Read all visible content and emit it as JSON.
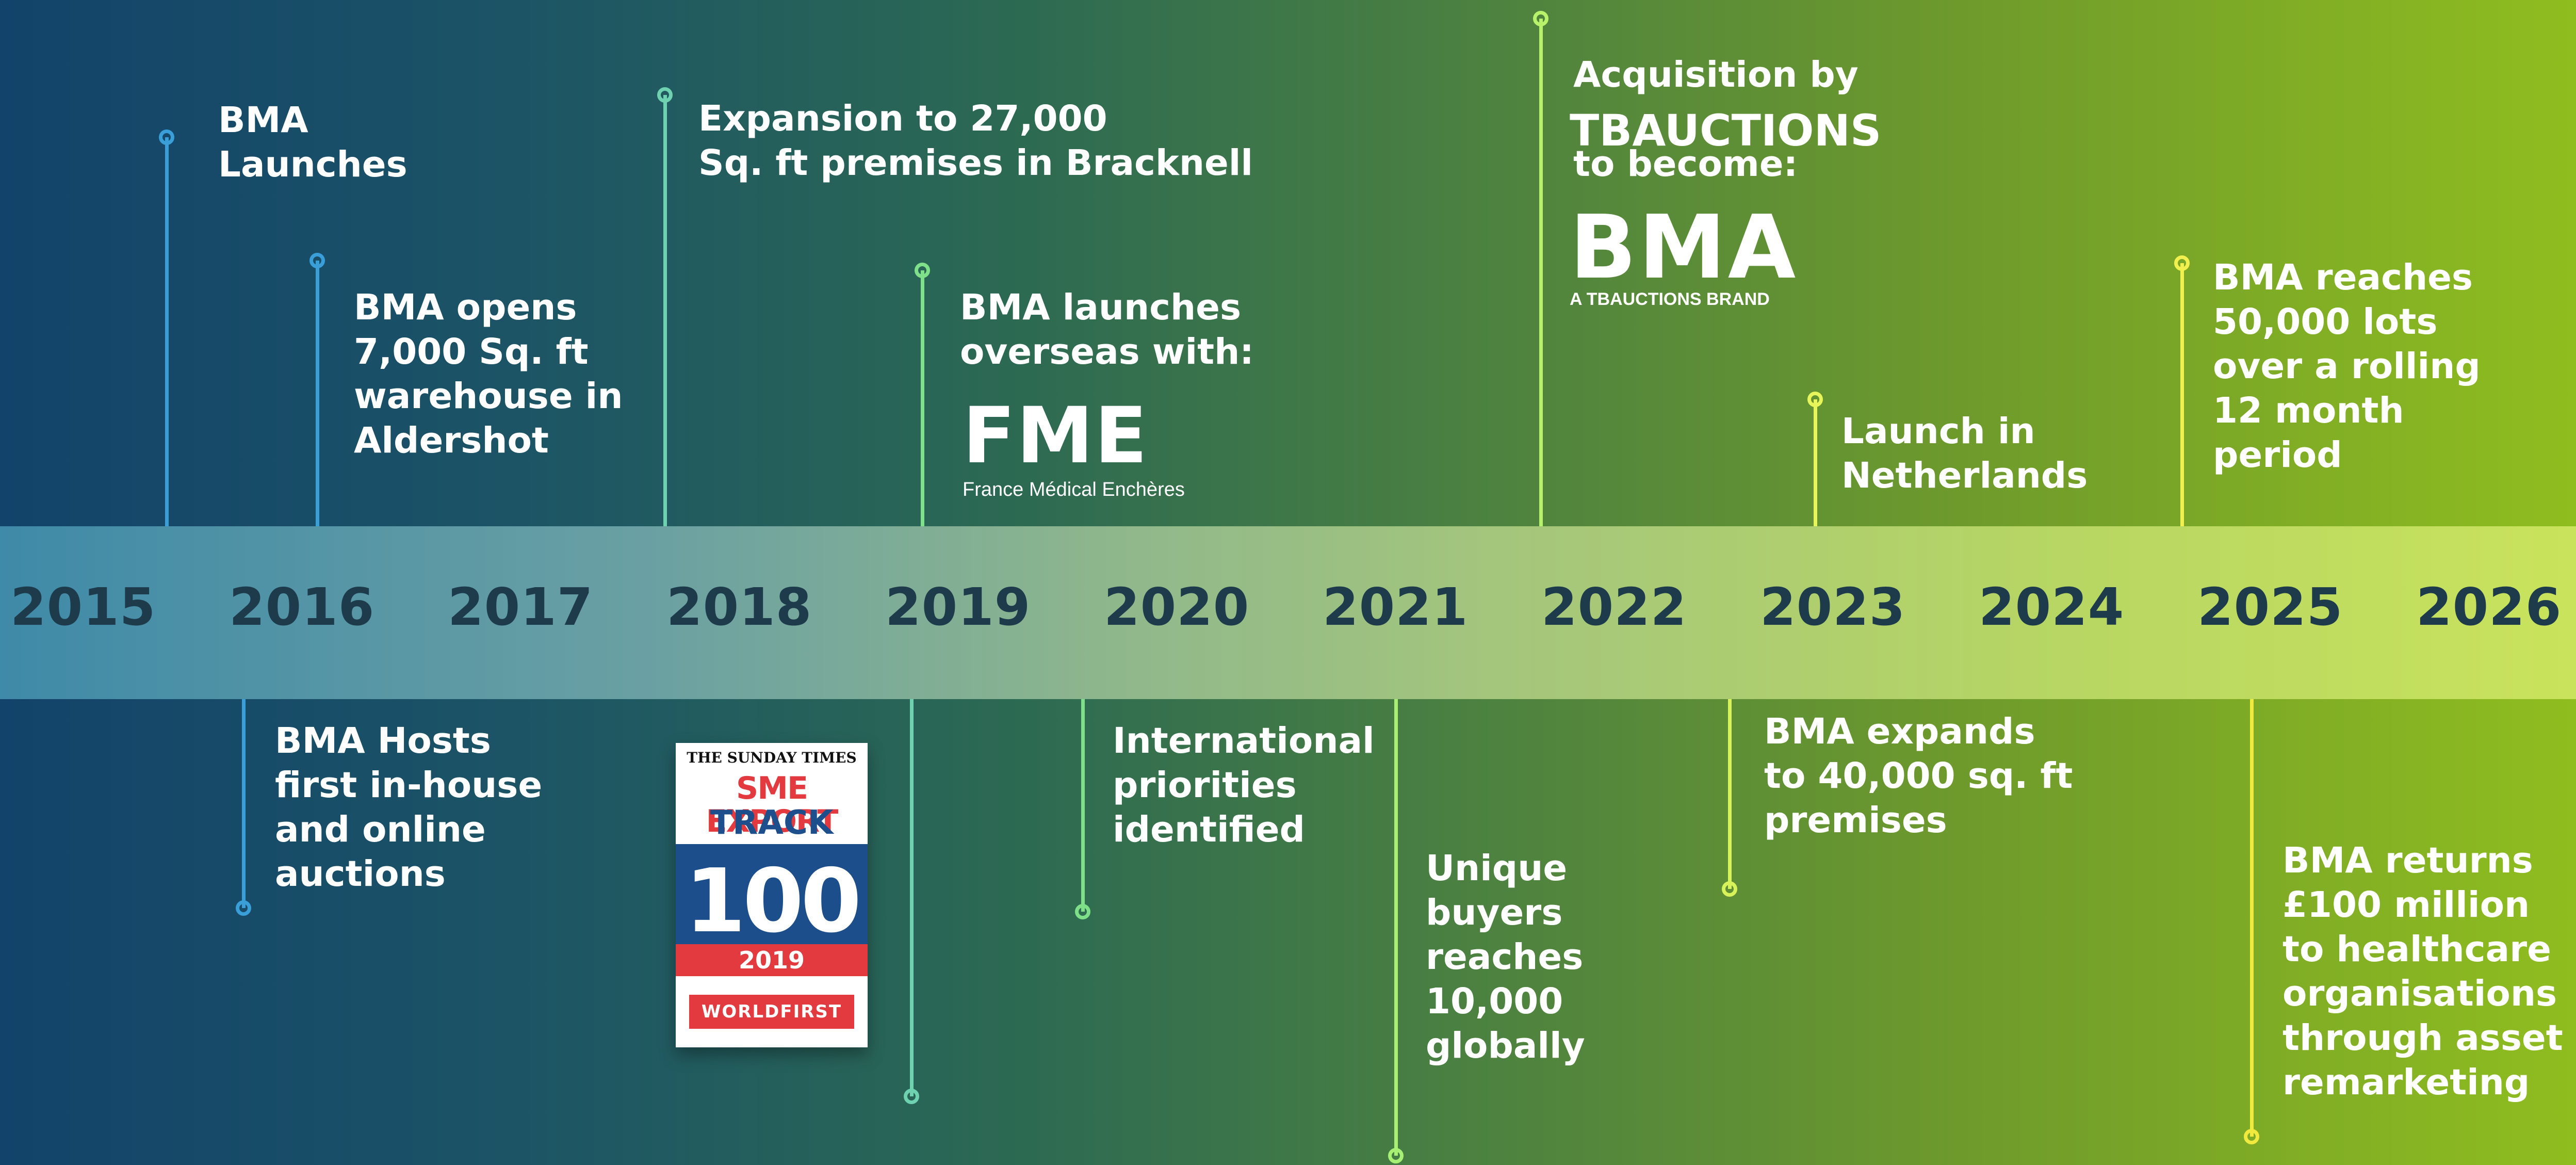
{
  "years": [
    "2015",
    "2016",
    "2017",
    "2018",
    "2019",
    "2020",
    "2021",
    "2022",
    "2023",
    "2024",
    "2025",
    "2026"
  ],
  "events": {
    "launch": {
      "text": "BMA\nLaunches",
      "color": "#3a9fd8"
    },
    "aldershot": {
      "text": "BMA opens\n7,000 Sq. ft\nwarehouse in\nAldershot",
      "color": "#3a9fd8"
    },
    "hosts": {
      "text": "BMA Hosts\nfirst in-house\nand online\nauctions",
      "color": "#3a9fd8"
    },
    "bracknell": {
      "text": "Expansion to 27,000\nSq. ft premises in Bracknell",
      "color": "#6ed1b0"
    },
    "award": {
      "color": "#6ed1b0"
    },
    "overseas": {
      "text": "BMA launches\noverseas with:",
      "color": "#7fe08a"
    },
    "international": {
      "text": "International\npriorities\nidentified",
      "color": "#7fe08a"
    },
    "buyers": {
      "text": "Unique\nbuyers\nreaches\n10,000\nglobally",
      "color": "#a7f073"
    },
    "acquisition": {
      "text": "Acquisition by",
      "text2": "to become:",
      "color": "#b8f26a"
    },
    "expands": {
      "text": "BMA expands\nto 40,000 sq. ft\npremises",
      "color": "#d8f25a"
    },
    "netherlands": {
      "text": "Launch in\nNetherlands",
      "color": "#e8f55a"
    },
    "lots": {
      "text": "BMA reaches\n50,000 lots\nover a rolling\n12 month\nperiod",
      "color": "#f2f04e"
    },
    "returns": {
      "text": "BMA returns\n£100 million\nto healthcare\norganisations\nthrough asset\nremarketing",
      "color": "#f0ea3e"
    }
  },
  "logos": {
    "fme": {
      "word": "FME",
      "sub": "France Médical Enchères"
    },
    "tbauctions": {
      "word": "TBAUCTIONS"
    },
    "bma": {
      "word": "BMA",
      "sub": "A TBAUCTIONS BRAND"
    }
  },
  "award": {
    "publisher": "THE SUNDAY TIMES",
    "line1": "SME EXPORT",
    "line2": "TRACK",
    "number": "100",
    "year": "2019",
    "sponsor": "WORLDFIRST"
  }
}
